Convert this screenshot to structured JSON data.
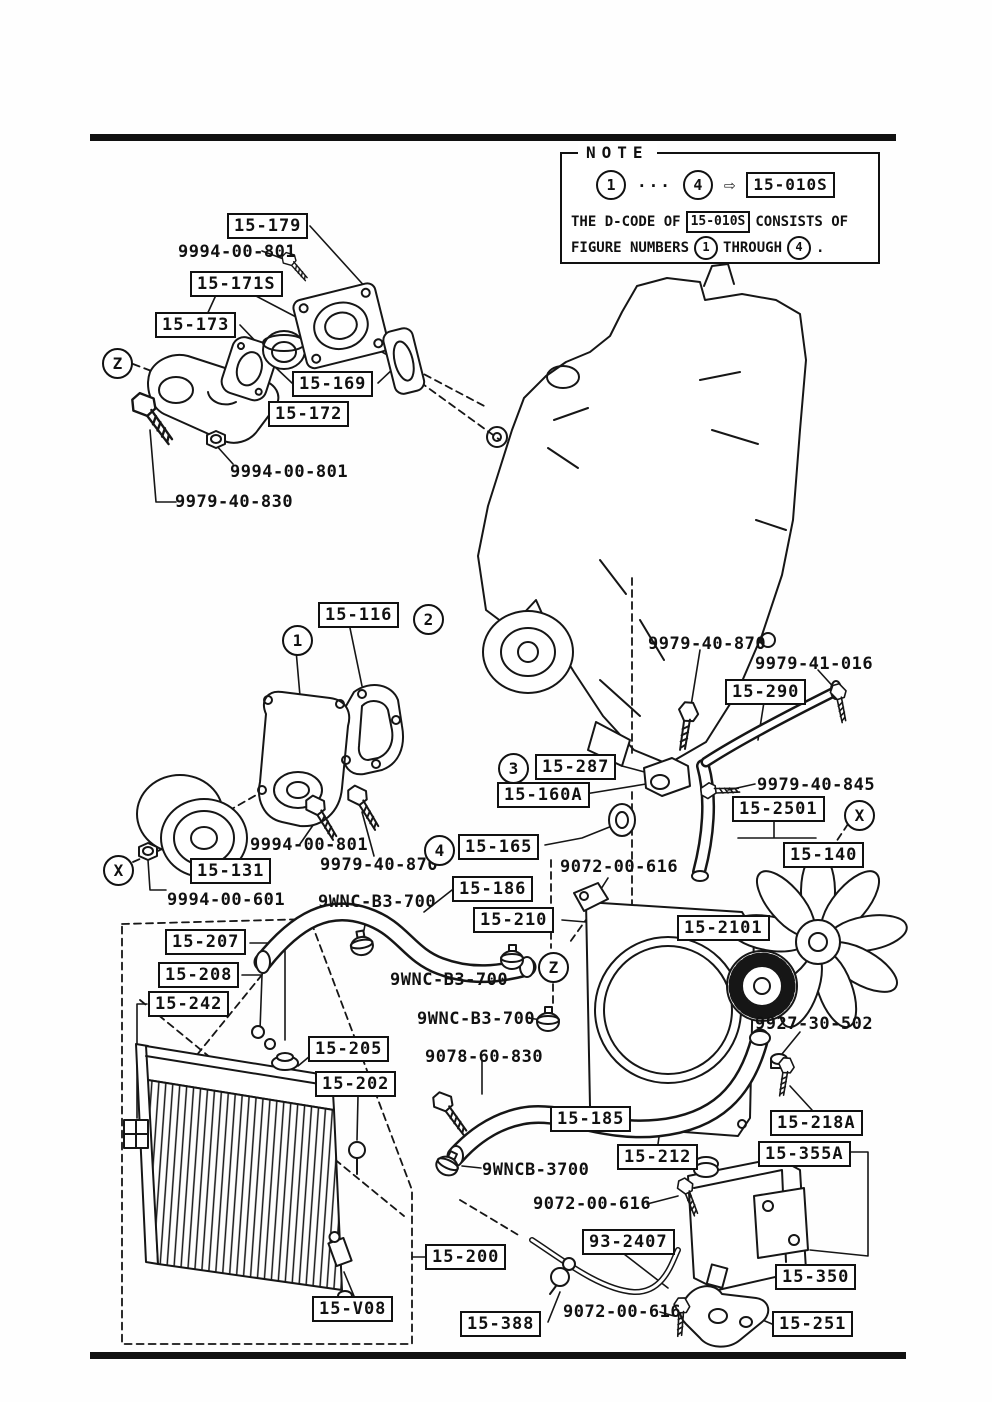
{
  "note": {
    "title": "NOTE",
    "fig_start": "1",
    "dots": "···",
    "fig_end": "4",
    "arrow": "⇨",
    "code": "15-010S",
    "line1_pre": "THE D-CODE OF",
    "line1_post": "CONSISTS OF",
    "line2_pre": "FIGURE NUMBERS",
    "line2_mid": "THROUGH",
    "line2_period": "."
  },
  "boxed_labels": [
    {
      "text": "15-179"
    },
    {
      "text": "15-171S"
    },
    {
      "text": "15-173"
    },
    {
      "text": "15-169"
    },
    {
      "text": "15-172"
    },
    {
      "text": "15-116"
    },
    {
      "text": "15-131"
    },
    {
      "text": "15-287"
    },
    {
      "text": "15-160A"
    },
    {
      "text": "15-165"
    },
    {
      "text": "15-290"
    },
    {
      "text": "15-2501"
    },
    {
      "text": "15-140"
    },
    {
      "text": "15-2101"
    },
    {
      "text": "15-186"
    },
    {
      "text": "15-210"
    },
    {
      "text": "15-207"
    },
    {
      "text": "15-208"
    },
    {
      "text": "15-242"
    },
    {
      "text": "15-205"
    },
    {
      "text": "15-202"
    },
    {
      "text": "15-185"
    },
    {
      "text": "15-212"
    },
    {
      "text": "15-218A"
    },
    {
      "text": "15-355A"
    },
    {
      "text": "15-350"
    },
    {
      "text": "15-251"
    },
    {
      "text": "15-200"
    },
    {
      "text": "93-2407"
    },
    {
      "text": "15-388"
    },
    {
      "text": "15-V08"
    }
  ],
  "plain_labels": [
    {
      "text": "9994-00-801"
    },
    {
      "text": "9994-00-801"
    },
    {
      "text": "9979-40-830"
    },
    {
      "text": "9994-00-801"
    },
    {
      "text": "9979-40-870"
    },
    {
      "text": "9994-00-601"
    },
    {
      "text": "9WNC-B3-700"
    },
    {
      "text": "9979-40-870"
    },
    {
      "text": "9979-41-016"
    },
    {
      "text": "9979-40-845"
    },
    {
      "text": "9072-00-616"
    },
    {
      "text": "9WNC-B3-700"
    },
    {
      "text": "9WNC-B3-700"
    },
    {
      "text": "9927-30-502"
    },
    {
      "text": "9078-60-830"
    },
    {
      "text": "9WNCB-3700"
    },
    {
      "text": "9072-00-616"
    },
    {
      "text": "9072-00-616"
    }
  ],
  "markers": [
    {
      "text": "Z"
    },
    {
      "text": "1"
    },
    {
      "text": "2"
    },
    {
      "text": "3"
    },
    {
      "text": "4"
    },
    {
      "text": "X"
    },
    {
      "text": "X"
    },
    {
      "text": "Z"
    }
  ],
  "colors": {
    "ink": "#111111",
    "paper": "#fefefe"
  }
}
